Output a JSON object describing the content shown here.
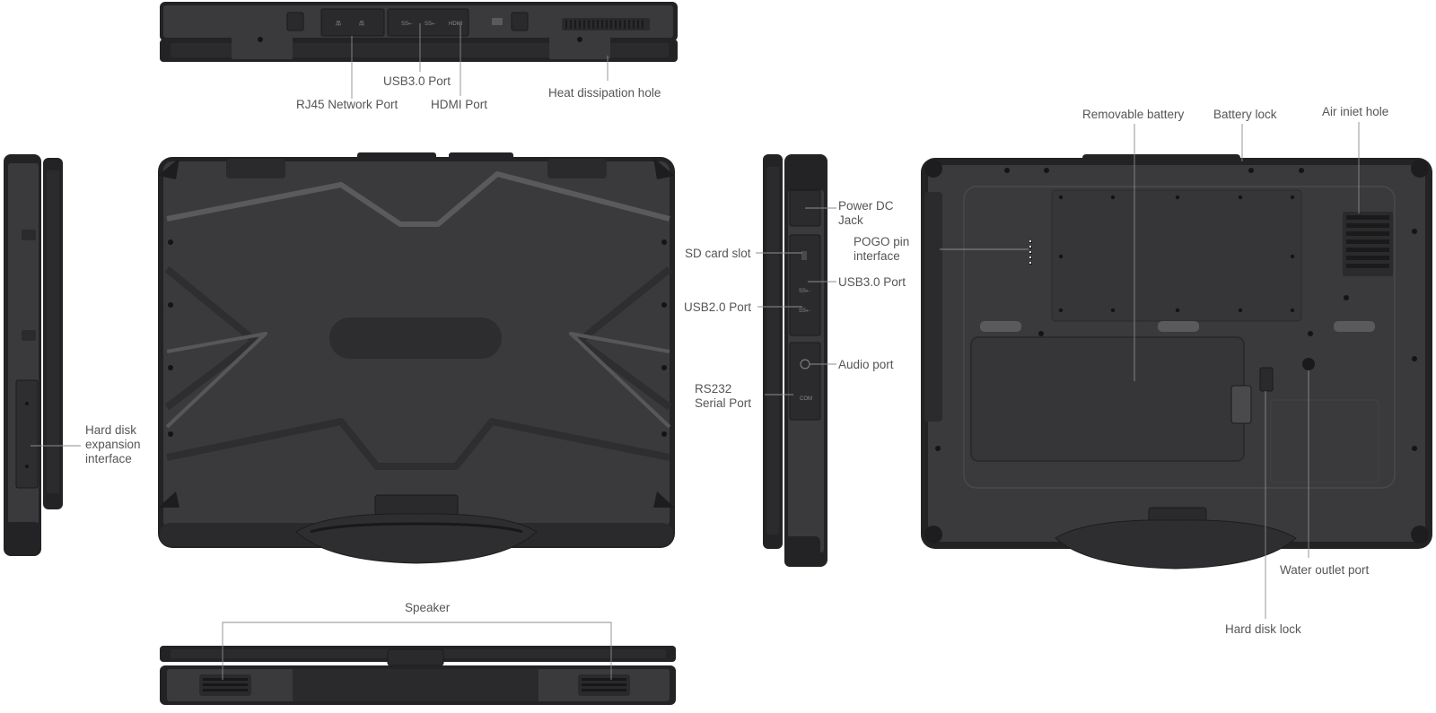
{
  "labels": {
    "rj45": "RJ45 Network Port",
    "usb30_top": "USB3.0 Port",
    "hdmi": "HDMI Port",
    "heat": "Heat dissipation hole",
    "hdd_expansion": [
      "Hard disk",
      "expansion",
      "interface"
    ],
    "power_dc": [
      "Power DC",
      "Jack"
    ],
    "sd_card": "SD card slot",
    "usb30_side": "USB3.0 Port",
    "usb20": "USB2.0 Port",
    "audio": "Audio port",
    "rs232": [
      "RS232",
      "Serial Port"
    ],
    "removable_battery": "Removable battery",
    "battery_lock": "Battery lock",
    "air_inlet": "Air iniet hole",
    "pogo": [
      "POGO pin",
      "interface"
    ],
    "water_outlet": "Water outlet port",
    "hdd_lock": "Hard disk lock",
    "speaker": "Speaker"
  },
  "port_marks": {
    "usb_a": "SS⇠",
    "usb_b": "SS⇠",
    "hdmi": "HDMI",
    "com": "COM"
  },
  "colors": {
    "body": "#3a3a3c",
    "rubber": "#232325",
    "stripe": "#59595b",
    "label": "#555555",
    "leader": "#8c8c8c"
  }
}
